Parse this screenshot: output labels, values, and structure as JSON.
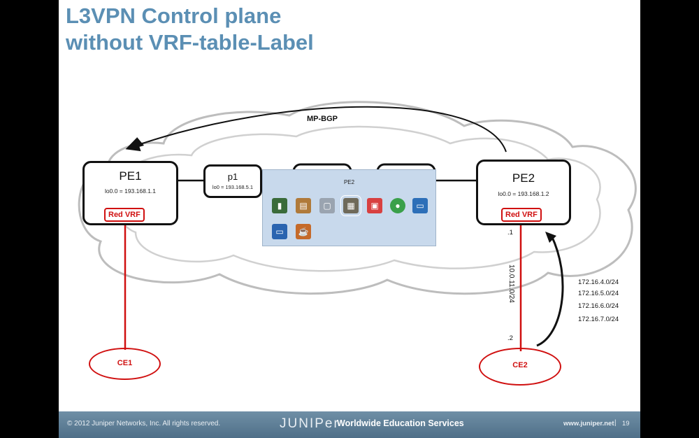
{
  "slide": {
    "title_line1": "L3VPN Control plane",
    "title_line2": "without VRF-table-Label"
  },
  "diagram": {
    "mp_bgp_label": "MP-BGP",
    "pe1": {
      "name": "PE1",
      "loopback": "lo0.0 = 193.168.1.1",
      "vrf": "Red VRF"
    },
    "p1": {
      "name": "p1",
      "loopback": "lo0 = 193.168.5.1"
    },
    "pe2": {
      "name": "PE2",
      "loopback": "lo0.0 = 193.168.1.2",
      "vrf": "Red VRF"
    },
    "ce1": {
      "name": "CE1"
    },
    "ce2": {
      "name": "CE2"
    },
    "link_subnet": "10.0.11.0/24",
    "pe2_side": ".1",
    "ce2_side": ".2",
    "prefixes": [
      "172.16.4.0/24",
      "172.16.5.0/24",
      "172.16.6.0/24",
      "172.16.7.0/24"
    ]
  },
  "task_switcher": {
    "title": "PE2",
    "apps": [
      {
        "name": "terminal-app-icon",
        "color": "#3a6b3a"
      },
      {
        "name": "document-app-icon",
        "color": "#b07a3a"
      },
      {
        "name": "window-app-icon",
        "color": "#9aa4b0"
      },
      {
        "name": "presentation-app-icon",
        "color": "#6f6a5a"
      },
      {
        "name": "slides-app-icon",
        "color": "#d84040"
      },
      {
        "name": "chrome-app-icon",
        "color": "#3aa04a"
      },
      {
        "name": "desktop-app-icon",
        "color": "#2d6fb8"
      },
      {
        "name": "remote-desktop-app-icon",
        "color": "#2a64b0"
      },
      {
        "name": "java-app-icon",
        "color": "#c56a2a"
      }
    ]
  },
  "footer": {
    "copyright": "© 2012 Juniper Networks, Inc. All rights reserved.",
    "logo_text": "JUNIPer",
    "tagline": "Worldwide Education Services",
    "url": "www.juniper.net",
    "separator": "|",
    "page": "19"
  }
}
